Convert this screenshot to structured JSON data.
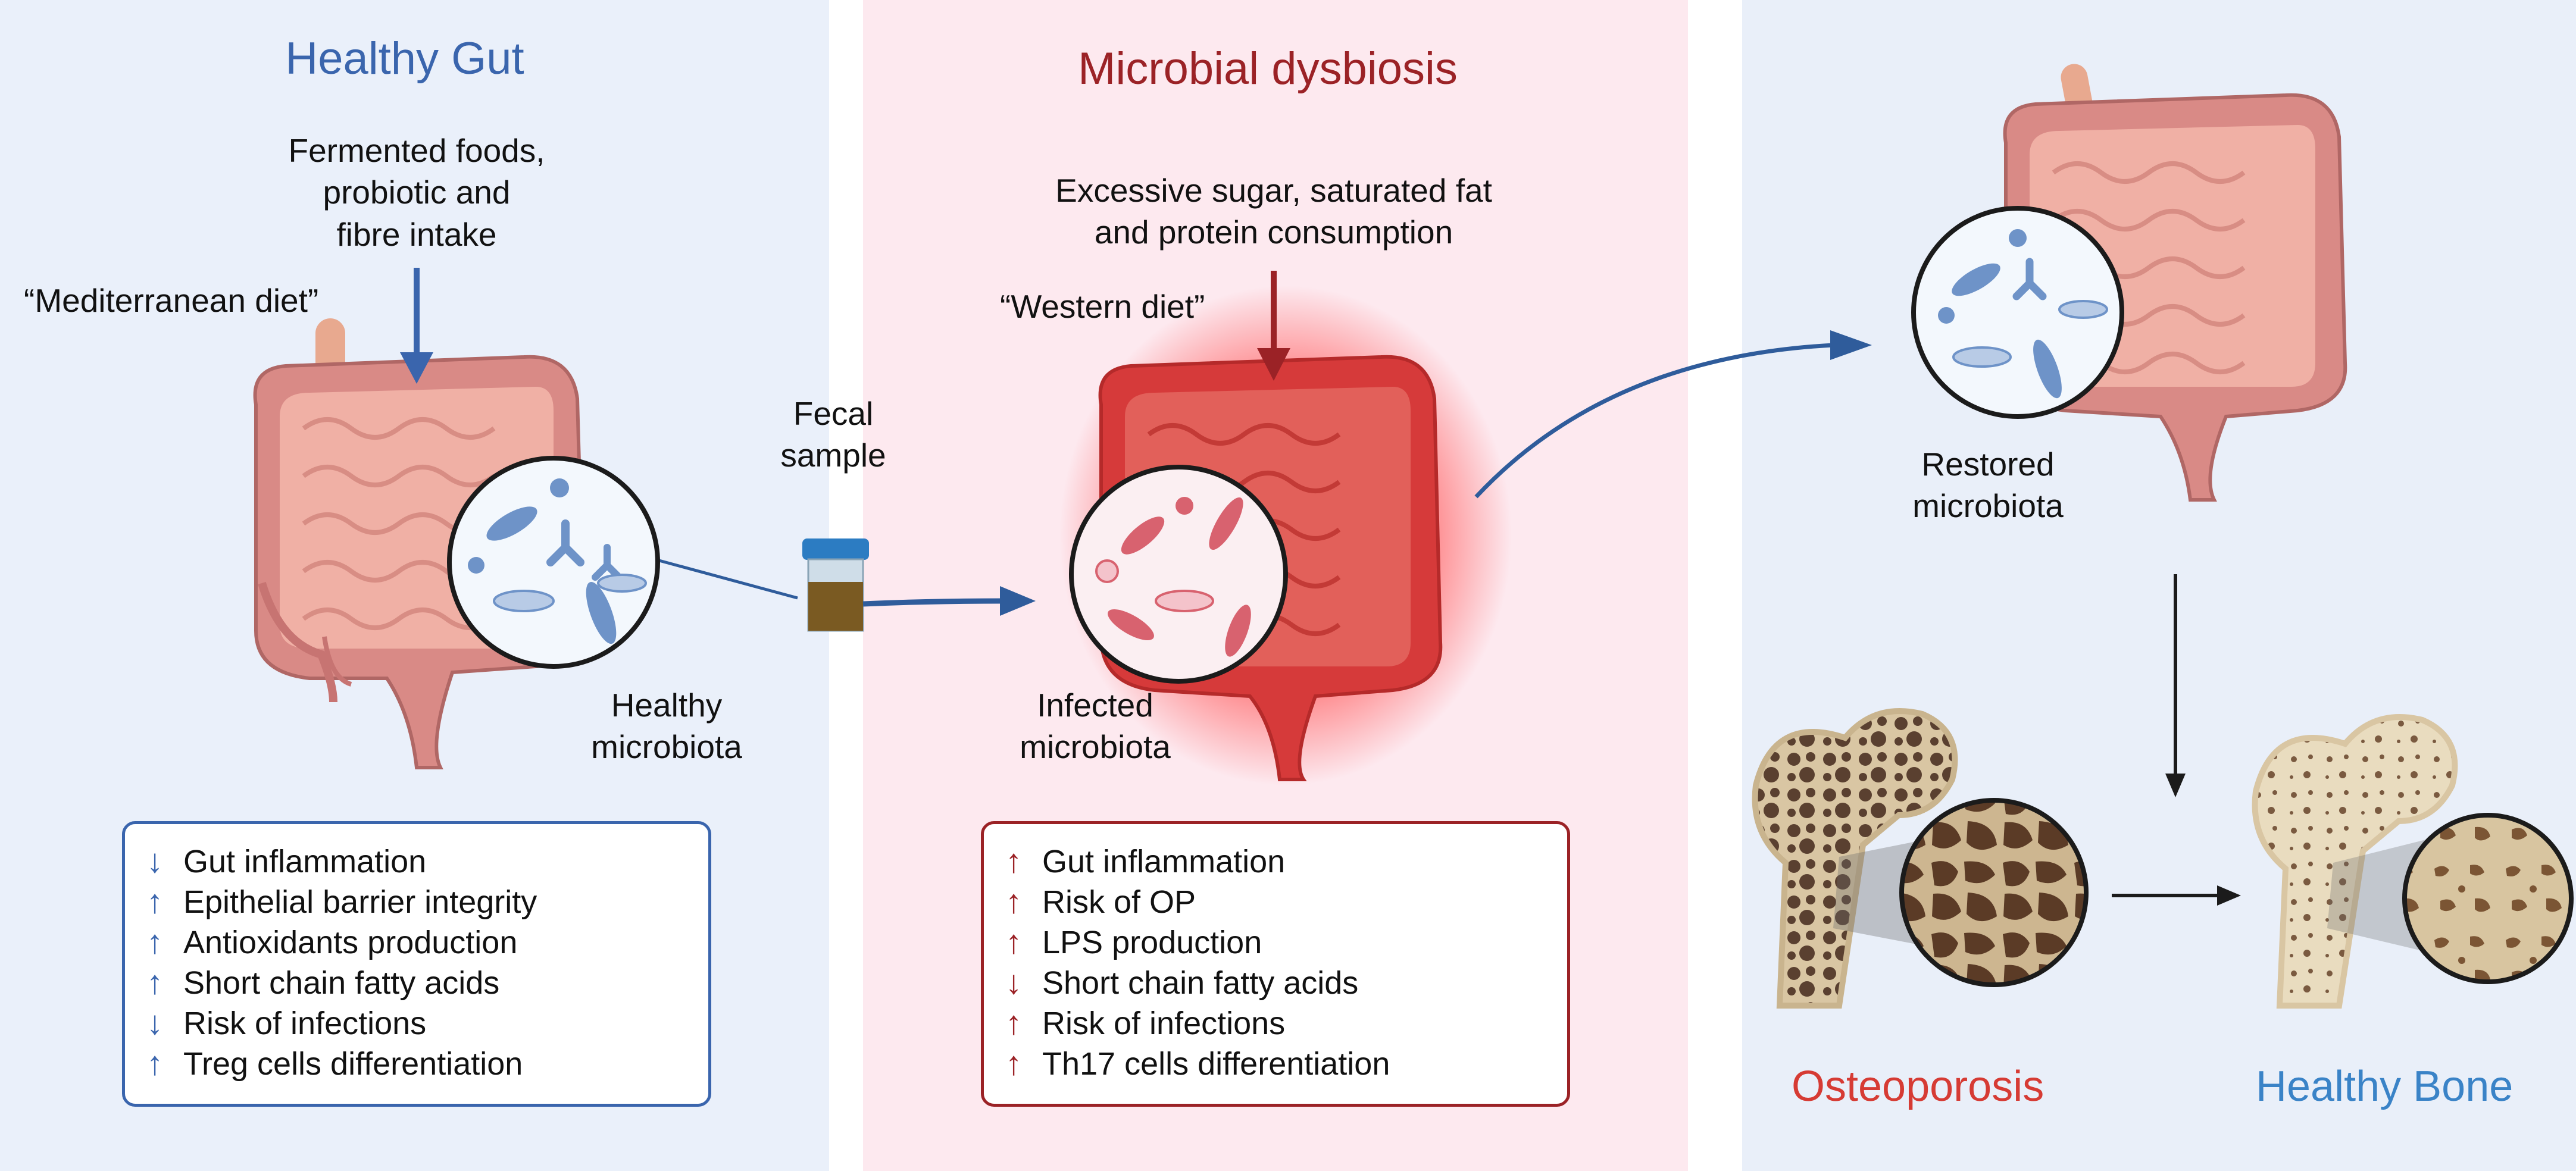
{
  "left": {
    "title": "Healthy Gut",
    "diet_input": "Fermented foods,\nprobiotic and\nfibre intake",
    "diet_name": "“Mediterranean diet”",
    "microbiota_label": "Healthy\nmicrobiota",
    "effects": [
      {
        "arrow": "↓",
        "text": "Gut inflammation"
      },
      {
        "arrow": "↑",
        "text": "Epithelial barrier integrity"
      },
      {
        "arrow": "↑",
        "text": "Antioxidants production"
      },
      {
        "arrow": "↑",
        "text": "Short chain fatty acids"
      },
      {
        "arrow": "↓",
        "text": "Risk of infections"
      },
      {
        "arrow": "↑",
        "text": "Treg cells differentiation"
      }
    ]
  },
  "transfer": {
    "label": "Fecal\nsample"
  },
  "middle": {
    "title": "Microbial dysbiosis",
    "diet_input": "Excessive sugar, saturated fat\nand protein consumption",
    "diet_name": "“Western diet”",
    "microbiota_label": "Infected\nmicrobiota",
    "effects": [
      {
        "arrow": "↑",
        "text": "Gut inflammation"
      },
      {
        "arrow": "↑",
        "text": "Risk of OP"
      },
      {
        "arrow": "↑",
        "text": "LPS production"
      },
      {
        "arrow": "↓",
        "text": "Short chain fatty acids"
      },
      {
        "arrow": "↑",
        "text": "Risk of infections"
      },
      {
        "arrow": "↑",
        "text": "Th17 cells differentiation"
      }
    ]
  },
  "right": {
    "microbiota_label": "Restored\nmicrobiota",
    "osteoporosis_label": "Osteoporosis",
    "healthy_bone_label": "Healthy Bone"
  },
  "colors": {
    "healthy_blue": "#3a65ad",
    "dysbiosis_red": "#9b2226",
    "osteoporosis_red": "#d63b34",
    "healthy_bone_blue": "#3a83c7"
  }
}
